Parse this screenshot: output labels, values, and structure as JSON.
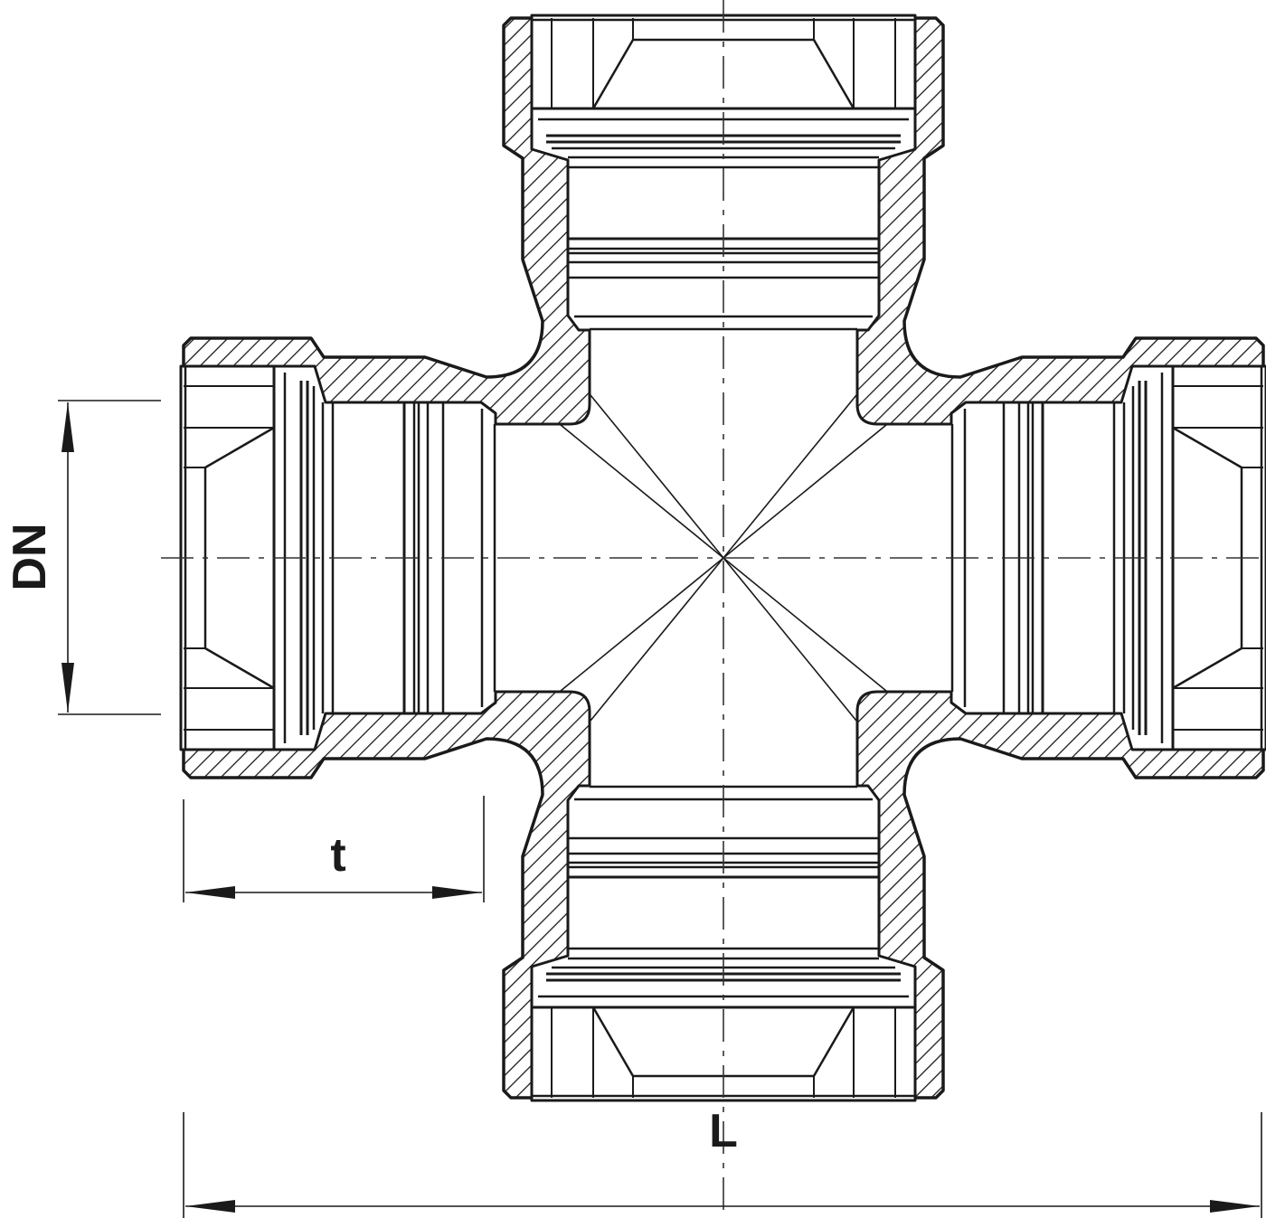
{
  "drawing": {
    "subject": "",
    "line_color": "#1a1a1a",
    "background": "#ffffff",
    "dimensions": {
      "nominal_diameter_label": "DN",
      "insertion_depth_label": "t",
      "overall_length_label": "L"
    }
  }
}
